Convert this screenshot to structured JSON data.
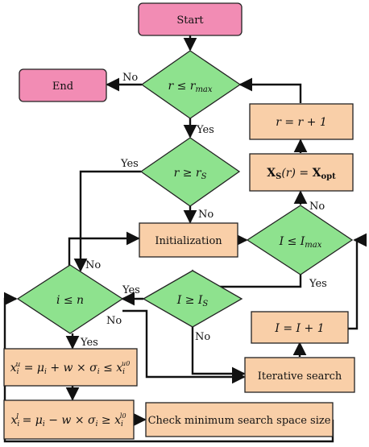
{
  "colors": {
    "terminal_fill": "#f28cb4",
    "decision_fill": "#8ee28e",
    "process_fill": "#f9cfa8",
    "stroke": "#222222",
    "arrow": "#111111"
  },
  "nodes": {
    "start": "Start",
    "end": "End",
    "d_rmax": "r ≤ r_max",
    "d_rs": "r ≥ r_S",
    "d_imax": "I ≤ I_max",
    "d_is": "I ≥ I_S",
    "d_n": "i ≤ n",
    "p_r_inc": "r = r + 1",
    "p_xs": "X_S(r) = X_opt",
    "p_init": "Initialization",
    "p_i_inc": "I = I + 1",
    "p_iter": "Iterative search",
    "p_xu": "x_i^u = μ_i + w × σ_i ≤ x_i^{u0}",
    "p_xl": "x_i^l = μ_i − w × σ_i ≥ x_i^{l0}",
    "p_check": "Check minimum search space size"
  },
  "edge_labels": {
    "rmax_no": "No",
    "rmax_yes": "Yes",
    "rs_yes": "Yes",
    "rs_no": "No",
    "imax_no": "No",
    "imax_yes": "Yes",
    "is_yes": "Yes",
    "is_no": "No",
    "n_no_top": "No",
    "n_no_right": "No",
    "n_yes": "Yes"
  }
}
